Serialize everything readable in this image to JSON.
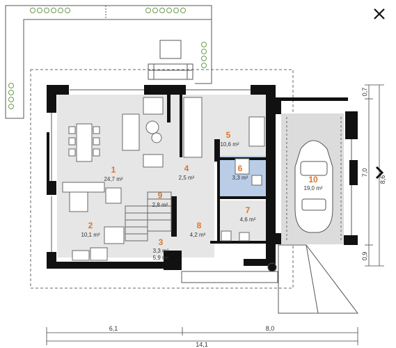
{
  "close_icon": "close-icon",
  "colors": {
    "wall": "#111111",
    "floor": "#e6e6e6",
    "garage": "#dadada",
    "bath": "#b9cde6",
    "room_number": "#e0732a",
    "terrace": "#ffffff",
    "plant": "#8fb86a"
  },
  "rooms": [
    {
      "number": "1",
      "area": "24,7 m²"
    },
    {
      "number": "2",
      "area": "10,1 m²"
    },
    {
      "number": "3",
      "area": "3,3 m²",
      "area2": "5,9 m²"
    },
    {
      "number": "4",
      "area": "2,5 m²"
    },
    {
      "number": "5",
      "area": "10,6 m²"
    },
    {
      "number": "6",
      "area": "3,3 m²"
    },
    {
      "number": "7",
      "area": "4,6 m²"
    },
    {
      "number": "8",
      "area": "4,2 m²"
    },
    {
      "number": "9",
      "area": "2,8 m²"
    },
    {
      "number": "10",
      "area": "19,0 m²"
    }
  ],
  "dimensions": {
    "bottom_left": "6,1",
    "bottom_right": "8,0",
    "bottom_total": "14,1",
    "right_top": "0,7",
    "right_mid": "7,0",
    "right_bottom": "0,9",
    "right_total": "8,6"
  }
}
